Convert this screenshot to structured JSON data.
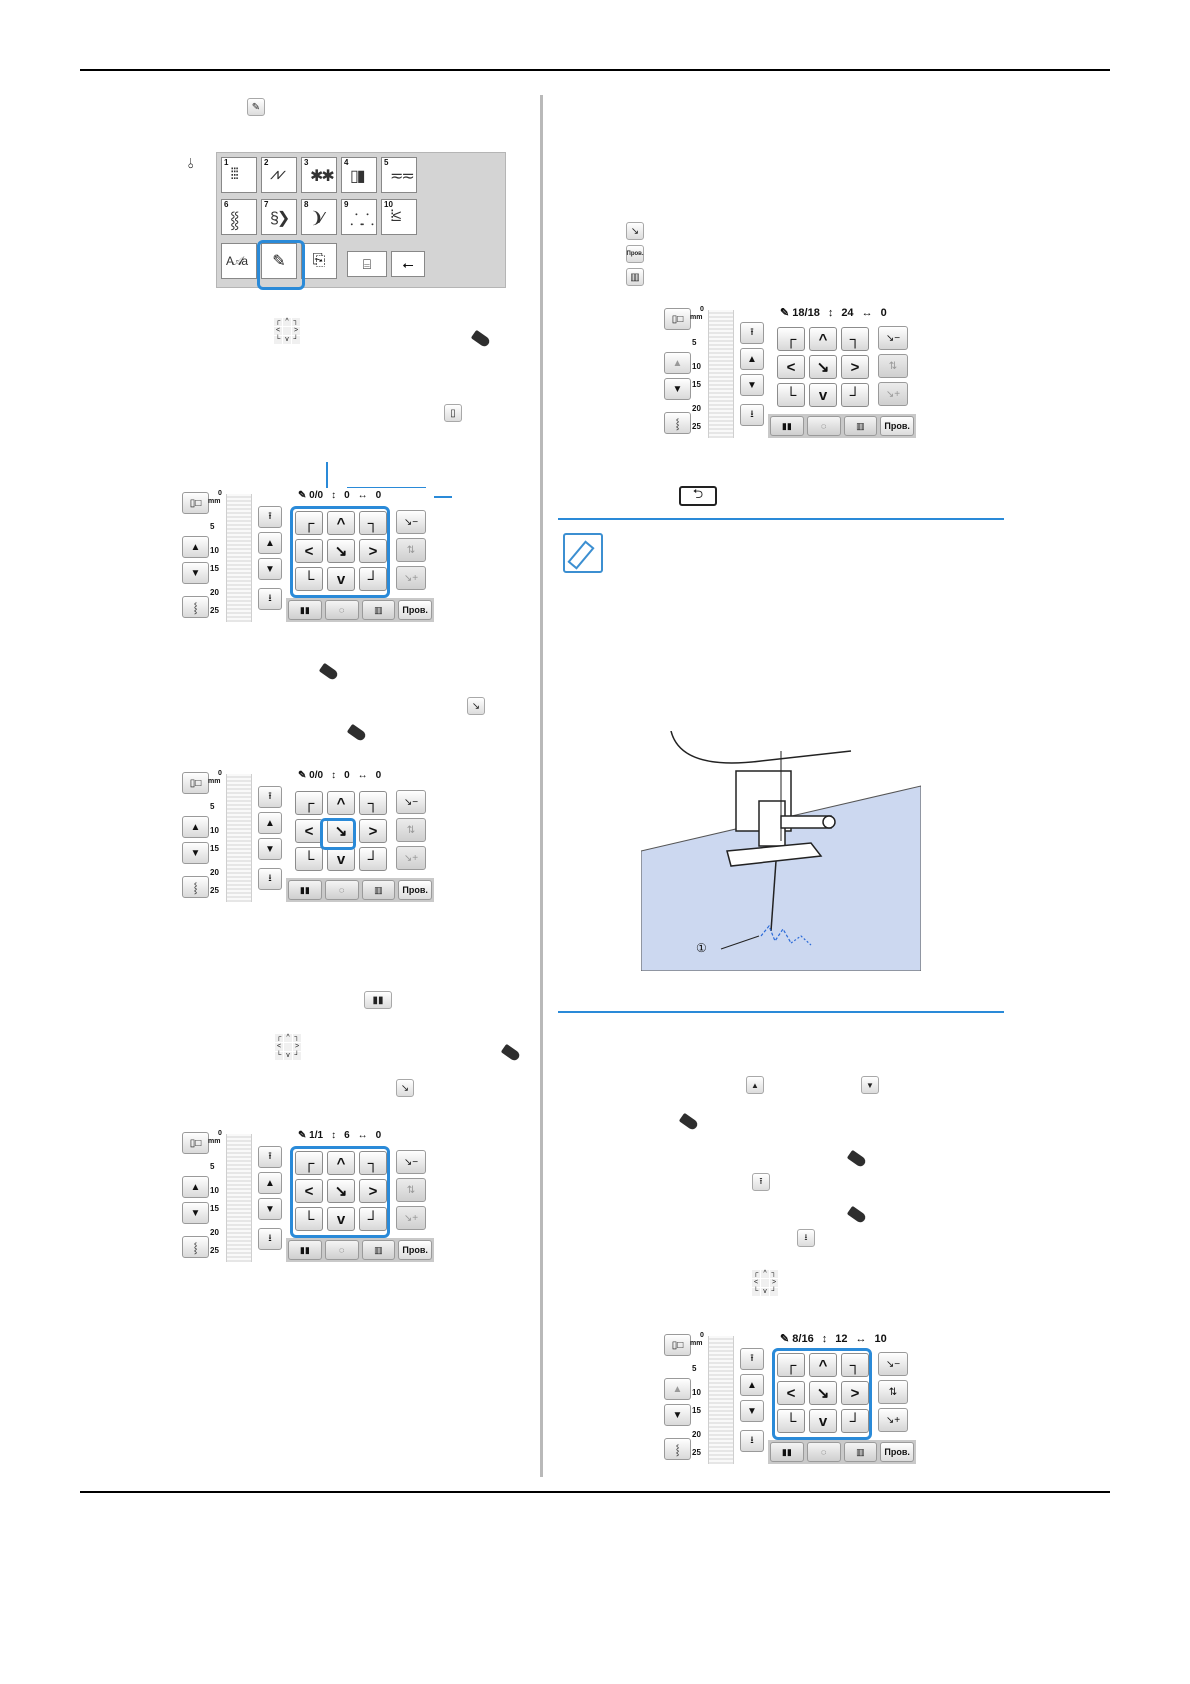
{
  "panel_common": {
    "mm_label": "mm",
    "zero_mark": "0",
    "ticks": [
      "5",
      "10",
      "15",
      "20",
      "25"
    ],
    "bottom_text_button": "Пров."
  },
  "panels": [
    {
      "id": "p1",
      "status_frac_top": "0",
      "status_frac_bottom": "0",
      "vertical": "0",
      "horizontal": "0"
    },
    {
      "id": "p2",
      "status_frac_top": "0",
      "status_frac_bottom": "0",
      "vertical": "0",
      "horizontal": "0"
    },
    {
      "id": "p3",
      "status_frac_top": "1",
      "status_frac_bottom": "1",
      "vertical": "6",
      "horizontal": "0"
    },
    {
      "id": "p4",
      "status_frac_top": "18",
      "status_frac_bottom": "18",
      "vertical": "24",
      "horizontal": "0"
    },
    {
      "id": "p5",
      "status_frac_top": "8",
      "status_frac_bottom": "16",
      "vertical": "12",
      "horizontal": "10"
    }
  ],
  "stitch_grid": {
    "cells": [
      {
        "num": "1",
        "art": "⁞⁞⁞"
      },
      {
        "num": "2",
        "art": "⩘⩗"
      },
      {
        "num": "3",
        "art": "✱✱"
      },
      {
        "num": "4",
        "art": "▯▮"
      },
      {
        "num": "5",
        "art": "≂≂"
      },
      {
        "num": "6",
        "art": "⸾⸾"
      },
      {
        "num": "7",
        "art": "§❯"
      },
      {
        "num": "8",
        "art": "❩⁄"
      },
      {
        "num": "9",
        "art": "⸫⸫"
      },
      {
        "num": "10",
        "art": "⁞≤"
      }
    ],
    "bottom_text": "A𝒜a"
  },
  "illustration": {
    "callout_number": "①"
  },
  "colors": {
    "accent": "#2a8ad8",
    "fabric": "#ccd8f0"
  }
}
